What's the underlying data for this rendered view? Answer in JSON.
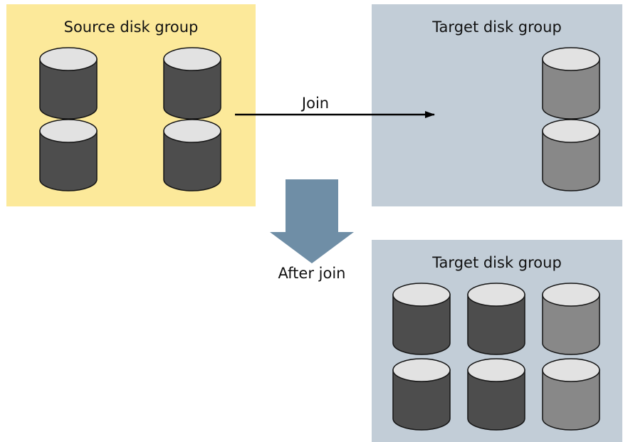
{
  "colors": {
    "source_bg": "#fce99a",
    "target_bg": "#c2cdd7",
    "disk_dark": "#4d4d4d",
    "disk_light": "#888888",
    "disk_top": "#e2e2e2",
    "disk_outline": "#141414",
    "join_arrow": "#000000",
    "after_join_arrow": "#6f8ea6"
  },
  "source_group": {
    "label": "Source disk group",
    "disk_count": 4,
    "disk_shade": "dark"
  },
  "target_group": {
    "label": "Target disk group",
    "disk_count": 2,
    "disk_shade": "light"
  },
  "join_arrow": {
    "label": "Join"
  },
  "after_join_arrow": {
    "label": "After join"
  },
  "result_group": {
    "label": "Target disk group",
    "disk_count": 6,
    "disk_shades": [
      "dark",
      "dark",
      "light",
      "dark",
      "dark",
      "light"
    ]
  }
}
